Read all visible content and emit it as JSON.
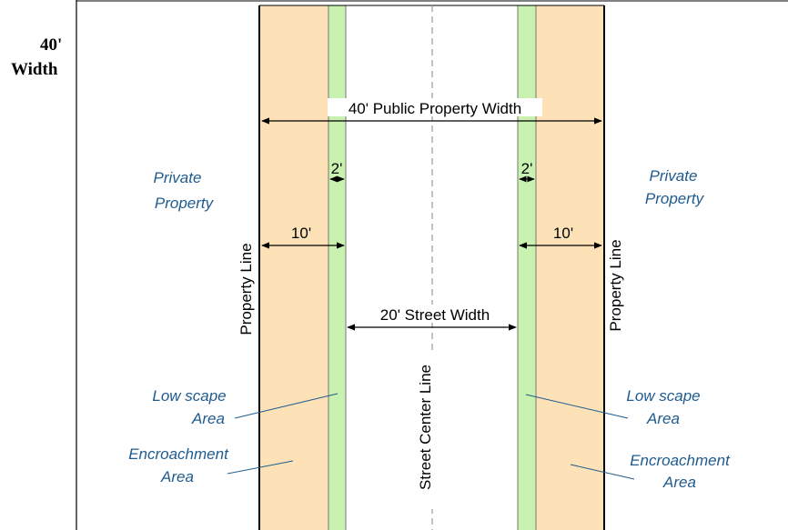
{
  "header": {
    "line1": "40'",
    "line2": "Width"
  },
  "dimensions": {
    "public_property_width": "40' Public Property Width",
    "lowscape_width_left": "2'",
    "lowscape_width_right": "2'",
    "encroachment_width_left": "10'",
    "encroachment_width_right": "10'",
    "street_width": "20' Street Width"
  },
  "labels": {
    "private_property_left": [
      "Private",
      "Property"
    ],
    "private_property_right": [
      "Private",
      "Property"
    ],
    "property_line_left": "Property Line",
    "property_line_right": "Property Line",
    "street_center_line": "Street Center Line",
    "lowscape_left": [
      "Low scape",
      "Area"
    ],
    "lowscape_right": [
      "Low scape",
      "Area"
    ],
    "encroachment_left": [
      "Encroachment",
      "Area"
    ],
    "encroachment_right": [
      "Encroachment",
      "Area"
    ]
  },
  "colors": {
    "encroachment_fill": "#fde2b8",
    "lowscape_fill": "#c9f2b0",
    "annotation_text": "#1f5b8f",
    "line": "#000000",
    "center_line": "#9a9a9a"
  }
}
